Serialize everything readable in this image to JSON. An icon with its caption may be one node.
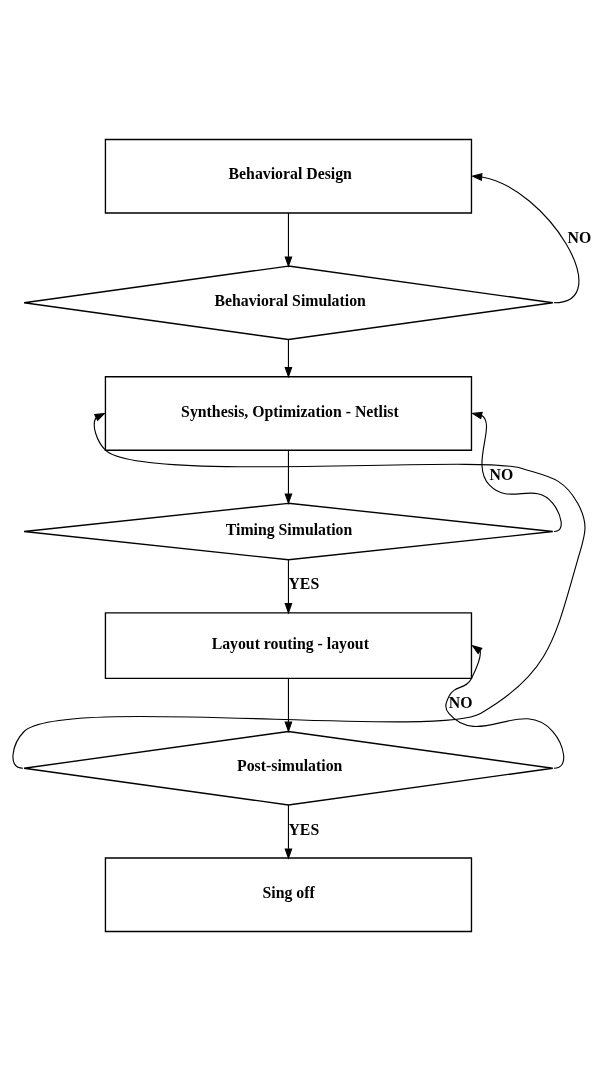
{
  "diagram": {
    "nodes": [
      {
        "text": [
          "Behavioral Design"
        ]
      },
      {
        "text": [
          "Behavioral Simulation"
        ]
      },
      {
        "text": [
          "Synthesis, Optimization - Netlist"
        ]
      },
      {
        "text": [
          "Timing Simulation"
        ]
      },
      {
        "text": [
          "Layout routing - layout"
        ]
      },
      {
        "text": [
          "Post-simulation"
        ]
      },
      {
        "text": [
          "Sing off"
        ]
      }
    ],
    "edges": [
      {
        "from": 0,
        "to": 1,
        "arrow": "to"
      },
      {
        "from": 1,
        "to": 0,
        "arrow": "to",
        "label": "NO"
      },
      {
        "from": 1,
        "to": 2,
        "arrow": "to"
      },
      {
        "from": 2,
        "to": 3,
        "arrow": "to"
      },
      {
        "from": 3,
        "to": 2,
        "arrow": "to",
        "label": "NO"
      },
      {
        "from": 3,
        "to": 4,
        "arrow": "to",
        "label": "YES"
      },
      {
        "from": 4,
        "to": 5,
        "arrow": "to"
      },
      {
        "from": 5,
        "to": 4,
        "arrow": "to",
        "label": "NO"
      },
      {
        "from": 5,
        "to": 2,
        "arrow": "to"
      },
      {
        "from": 5,
        "to": 6,
        "arrow": "to",
        "label": "YES"
      }
    ]
  }
}
